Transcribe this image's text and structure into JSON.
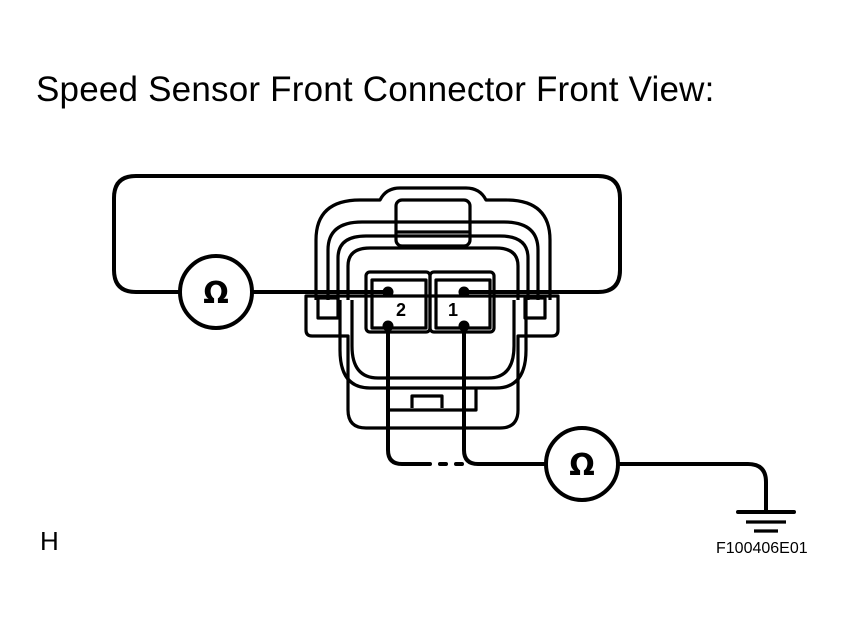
{
  "title": "Speed Sensor Front Connector Front View:",
  "corner_letter": "H",
  "figure_code": "F100406E01",
  "pins": {
    "pin_left": "2",
    "pin_right": "1"
  },
  "meter_symbol": "Ω"
}
